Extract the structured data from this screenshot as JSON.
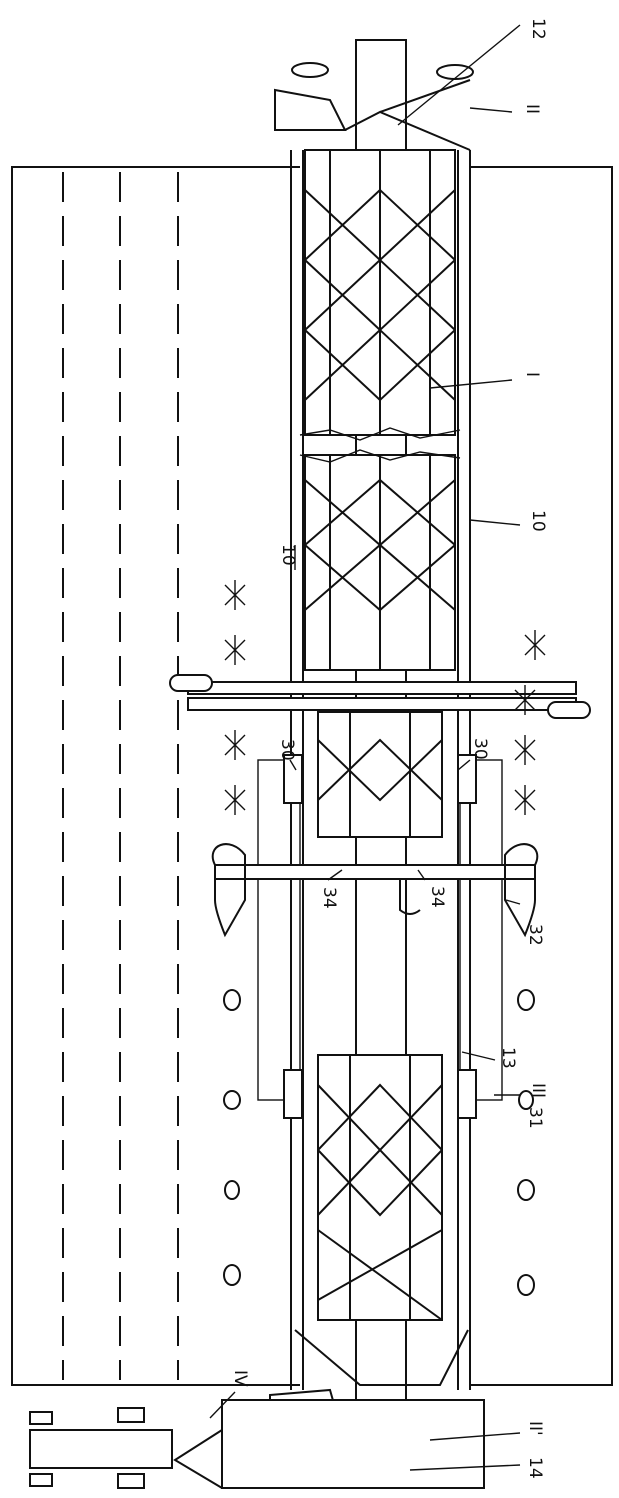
{
  "labels": {
    "ref_12": "12",
    "ref_II": "II",
    "ref_I": "I",
    "ref_10_left": "10",
    "ref_10_right": "10",
    "ref_30_left": "30",
    "ref_30_right": "30",
    "ref_34_left": "34",
    "ref_34_right": "34",
    "ref_32": "32",
    "ref_13": "13",
    "ref_III": "III",
    "ref_31": "31",
    "ref_II_prime": "II'",
    "ref_14": "14",
    "ref_IV": "IV"
  }
}
